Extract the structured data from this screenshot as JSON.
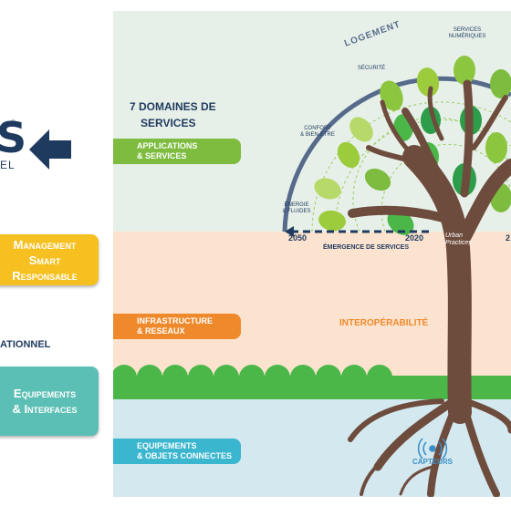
{
  "left": {
    "logo_text": "S",
    "logo_reg": "®",
    "logo_sub": "EL",
    "box_management": [
      "Management",
      "Smart",
      "Responsable"
    ],
    "org_label": "ATIONNEL",
    "box_equipements": [
      "Equipements",
      "& Interfaces"
    ]
  },
  "diagram": {
    "title_line1": "7 DOMAINES DE",
    "title_line2": "SERVICES",
    "applications": [
      "APPLICATIONS",
      "& SERVICES"
    ],
    "infrastructure": [
      "INFRASTRUCTURE",
      "& RESEAUX"
    ],
    "equipements": [
      "EQUIPEMENTS",
      "& OBJETS CONNECTES"
    ],
    "interoperabilite": "INTEROPÉRABILITÉ",
    "capteurs": "CAPTEURS",
    "logement": "LOGEMENT",
    "domain_securite": "SÉCURITÉ",
    "domain_services_numeriques": [
      "SERVICES",
      "NUMÉRIQUES"
    ],
    "domain_confort": [
      "CONFORT",
      "& BIEN-ÊTRE"
    ],
    "domain_energie": [
      "ÉNERGIE",
      "& FLUIDES"
    ],
    "year_2050": "2050",
    "year_2020": "2020",
    "year_partial": "2",
    "emergence": "ÉMERGENCE DE SERVICES",
    "urban_practices": [
      "Urban",
      "Practices"
    ]
  },
  "colors": {
    "navy": "#1f3a5f",
    "green": "#7dbc3f",
    "orange": "#ef8a2c",
    "blue": "#3ab6cf",
    "yellow": "#f5c020",
    "teal": "#5cbfb5"
  }
}
